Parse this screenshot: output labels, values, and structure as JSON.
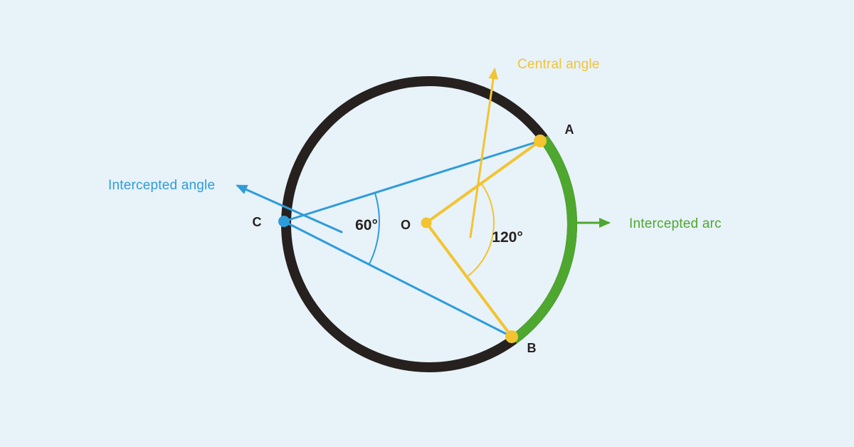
{
  "figure": {
    "colors": {
      "bg": "#E8F2F9",
      "ink": "#26211E",
      "blue": "#2D9CDB",
      "yellow": "#F2C431",
      "green": "#4EA72E"
    },
    "labels": {
      "central_angle": "Central angle",
      "intercepted_angle": "Intercepted angle",
      "intercepted_arc": "Intercepted arc"
    },
    "points": {
      "a": "A",
      "b": "B",
      "c": "C",
      "center": "O"
    },
    "angle_values": {
      "inscribed": "60°",
      "central": "120°"
    }
  }
}
